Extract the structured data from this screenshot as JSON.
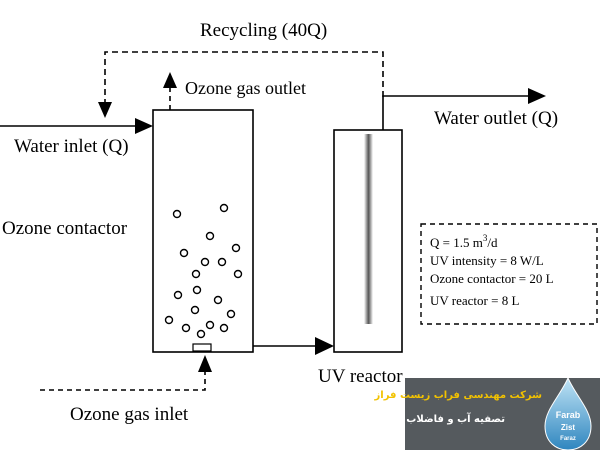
{
  "labels": {
    "recycling": "Recycling (40Q)",
    "ozone_gas_outlet": "Ozone gas outlet",
    "water_inlet": "Water inlet (Q)",
    "water_outlet": "Water outlet (Q)",
    "ozone_contactor": "Ozone contactor",
    "uv_reactor": "UV reactor",
    "ozone_gas_inlet": "Ozone gas inlet"
  },
  "parameters": {
    "flow_prefix": "Q = 1.5 m",
    "flow_exponent": "3",
    "flow_suffix": "/d",
    "uv_intensity": "UV intensity = 8 W/L",
    "ozone_contactor_volume": "Ozone contactor = 20 L",
    "uv_reactor_volume": "UV reactor = 8 L"
  },
  "watermark": {
    "fa_line1": "شرکت مهندسی فراب زیست فراز",
    "fa_line2": "تصفیه آب و فاضلاب",
    "en_line1": "Farab",
    "en_line2": "Zist",
    "en_line3": "Faraz"
  },
  "colors": {
    "line": "#000000",
    "watermark_bg": "#555a5e",
    "watermark_text_yellow": "#f2c200",
    "watermark_drop": "#3a96c8"
  }
}
